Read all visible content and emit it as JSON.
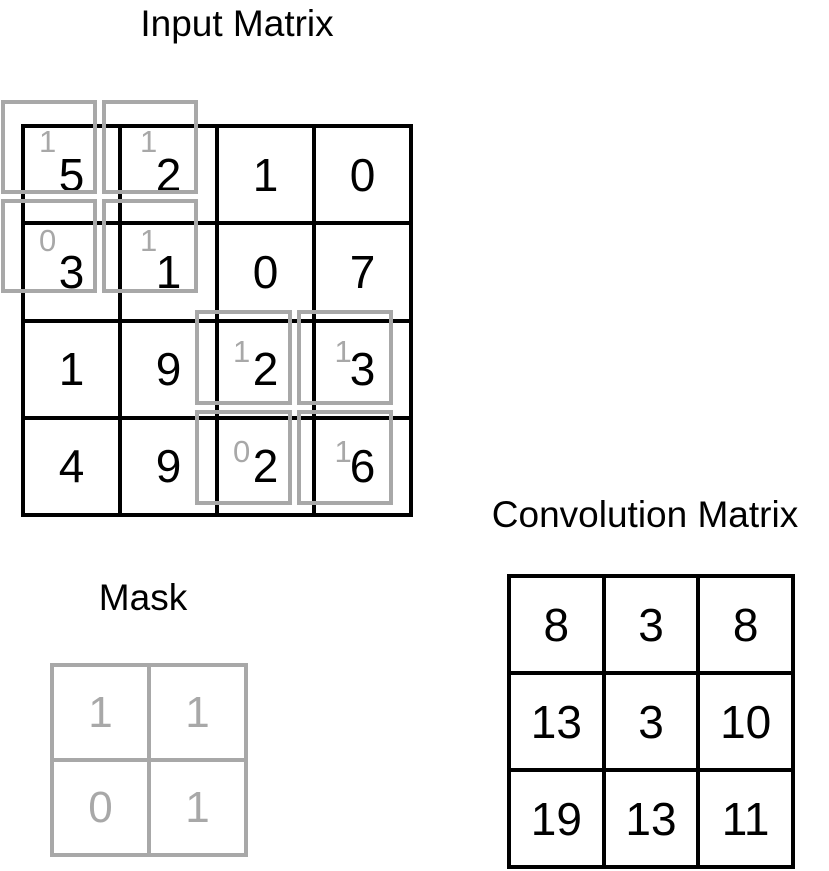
{
  "titles": {
    "input": "Input Matrix",
    "mask": "Mask",
    "conv": "Convolution Matrix"
  },
  "input_matrix": {
    "rows": [
      [
        5,
        2,
        1,
        0
      ],
      [
        3,
        1,
        0,
        7
      ],
      [
        1,
        9,
        2,
        3
      ],
      [
        4,
        9,
        2,
        6
      ]
    ]
  },
  "overlays": [
    {
      "name": "mask-overlay-top-left",
      "values": [
        [
          1,
          1
        ],
        [
          0,
          1
        ]
      ]
    },
    {
      "name": "mask-overlay-bottom-right",
      "values": [
        [
          1,
          1
        ],
        [
          0,
          1
        ]
      ]
    }
  ],
  "mask": {
    "rows": [
      [
        1,
        1
      ],
      [
        0,
        1
      ]
    ]
  },
  "conv_matrix": {
    "rows": [
      [
        8,
        3,
        8
      ],
      [
        13,
        3,
        10
      ],
      [
        19,
        13,
        11
      ]
    ]
  },
  "colors": {
    "line_black": "#000000",
    "mask_gray": "#a8a8a8",
    "background": "#ffffff"
  }
}
